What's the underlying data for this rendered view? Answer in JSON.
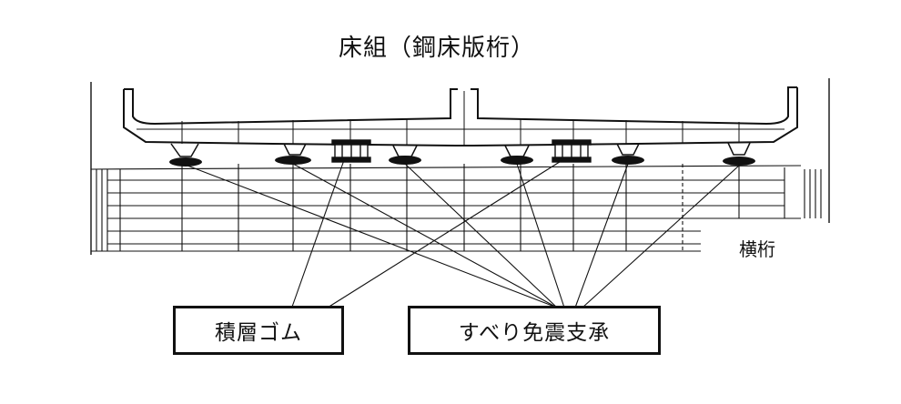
{
  "title": "床組（鋼床版桁）",
  "labels": {
    "cross_beam": "横桁",
    "laminated_rubber": "積層ゴム",
    "sliding_isolation_bearing": "すべり免震支承"
  },
  "colors": {
    "line": "#111111",
    "background": "#ffffff"
  }
}
